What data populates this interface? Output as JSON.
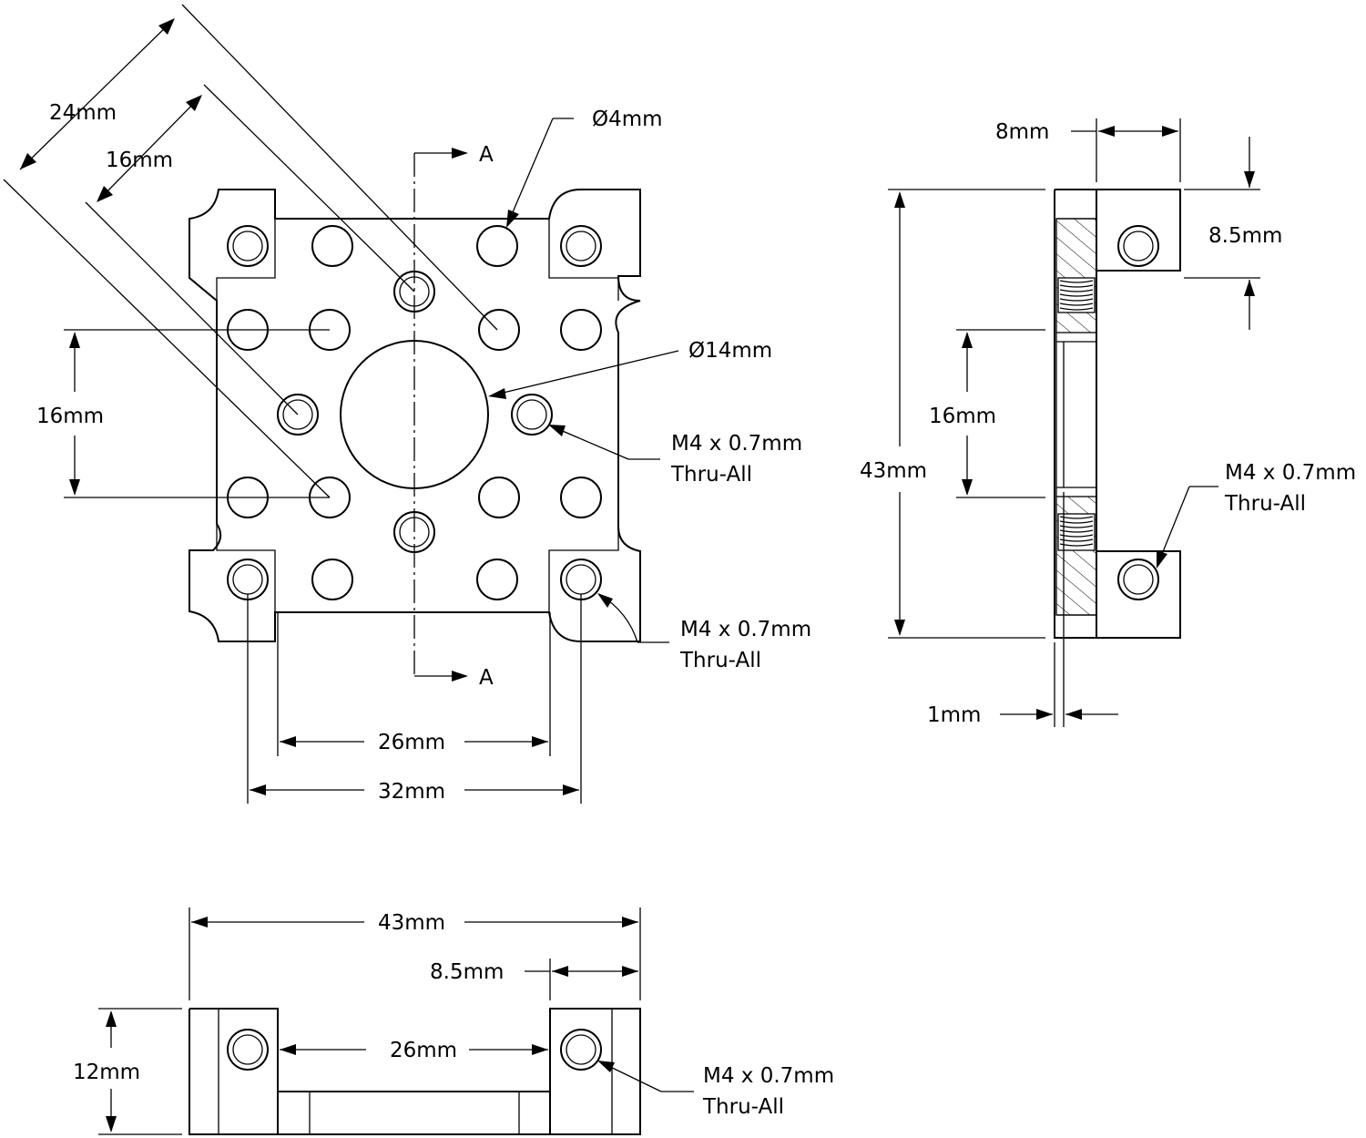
{
  "front_view": {
    "dim_diag_outer": "24mm",
    "dim_diag_inner": "16mm",
    "dim_hole_dia": "Ø4mm",
    "dim_bore_dia": "Ø14mm",
    "dim_vertical_spacing": "16mm",
    "dim_inner_width": "26mm",
    "dim_outer_width": "32mm",
    "section_label_top": "A",
    "section_label_bottom": "A",
    "callout_center_line1": "M4 x 0.7mm",
    "callout_center_line2": "Thru-All",
    "callout_corner_line1": "M4 x 0.7mm",
    "callout_corner_line2": "Thru-All"
  },
  "side_view": {
    "dim_flange_width": "8mm",
    "dim_flange_height": "8.5mm",
    "dim_total_height": "43mm",
    "dim_inner_spacing": "16mm",
    "dim_plate_thickness": "1mm",
    "callout_line1": "M4 x 0.7mm",
    "callout_line2": "Thru-All"
  },
  "bottom_view": {
    "dim_total_width": "43mm",
    "dim_flange_width": "8.5mm",
    "dim_inner_width": "26mm",
    "dim_height": "12mm",
    "callout_line1": "M4 x 0.7mm",
    "callout_line2": "Thru-All"
  }
}
